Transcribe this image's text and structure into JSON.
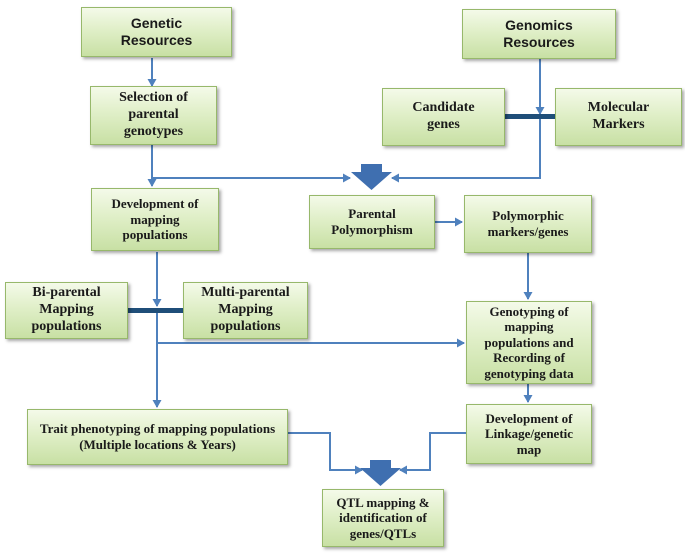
{
  "boxes": {
    "genetic_resources": "Genetic\nResources",
    "genomics_resources": "Genomics\nResources",
    "selection_parental": "Selection of\nparental\ngenotypes",
    "candidate_genes": "Candidate\ngenes",
    "molecular_markers": "Molecular\nMarkers",
    "development_mapping": "Development of\nmapping\npopulations",
    "parental_polymorphism": "Parental\nPolymorphism",
    "polymorphic_markers": "Polymorphic\nmarkers/genes",
    "biparental": "Bi-parental\nMapping\npopulations",
    "multiparental": "Multi-parental\nMapping\npopulations",
    "genotyping": "Genotyping of\nmapping\npopulations and\nRecording of\ngenotyping data",
    "trait_phenotyping": "Trait phenotyping of mapping populations\n(Multiple locations & Years)",
    "linkage_map": "Development of\nLinkage/genetic\nmap",
    "qtl_mapping": "QTL mapping &\nidentification of\ngenes/QTLs"
  },
  "colors": {
    "arrow": "#4f81bd",
    "big_arrow": "#3f6fb0",
    "junction_bar": "#1f4e79",
    "box_border": "#97b86b"
  }
}
